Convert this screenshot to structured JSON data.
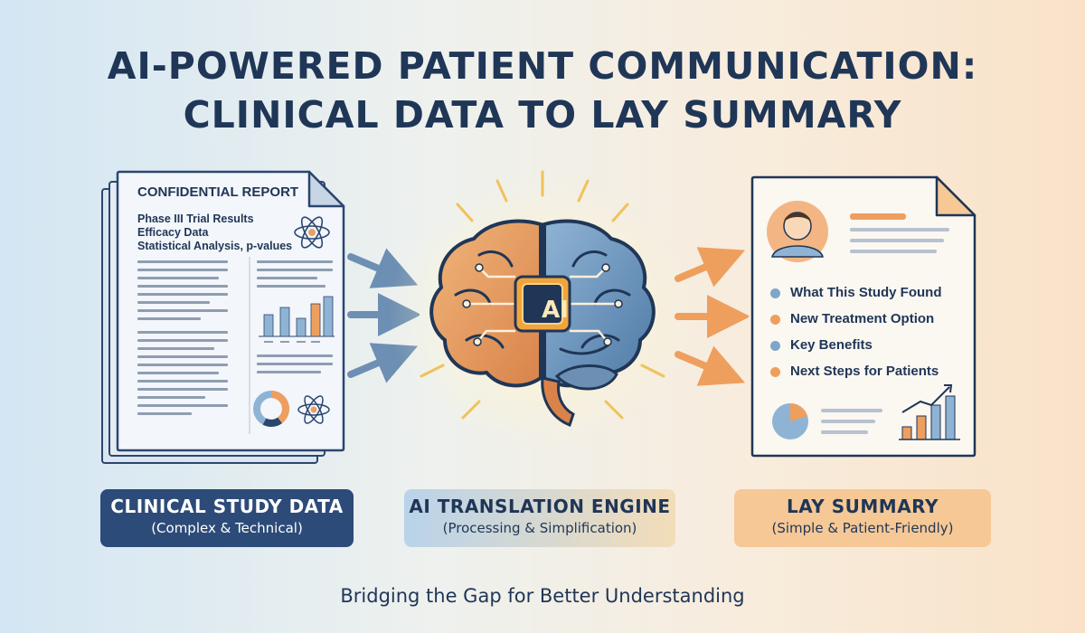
{
  "title": {
    "line1": "AI-POWERED PATIENT COMMUNICATION:",
    "line2": "CLINICAL DATA TO LAY SUMMARY"
  },
  "clinical_doc": {
    "heading": "CONFIDENTIAL REPORT",
    "lines": [
      "Phase III Trial Results",
      "Efficacy Data",
      "Statistical Analysis, p-values"
    ]
  },
  "ai_chip": {
    "label": "AI"
  },
  "lay_doc": {
    "items": [
      {
        "label": "What This Study Found",
        "dot_color": "#7fa6c9"
      },
      {
        "label": "New Treatment Option",
        "dot_color": "#ee9f5e"
      },
      {
        "label": "Key Benefits",
        "dot_color": "#7fa6c9"
      },
      {
        "label": "Next Steps for Patients",
        "dot_color": "#ee9f5e"
      }
    ]
  },
  "labels": {
    "left": {
      "title": "CLINICAL STUDY DATA",
      "subtitle": "(Complex & Technical)"
    },
    "middle": {
      "title": "AI TRANSLATION ENGINE",
      "subtitle": "(Processing & Simplification)"
    },
    "right": {
      "title": "LAY SUMMARY",
      "subtitle": "(Simple & Patient-Friendly)"
    }
  },
  "footer": "Bridging the Gap for Better Understanding",
  "colors": {
    "navy": "#1f3657",
    "blue_accent": "#7fa6c9",
    "orange_accent": "#ee9f5e"
  }
}
